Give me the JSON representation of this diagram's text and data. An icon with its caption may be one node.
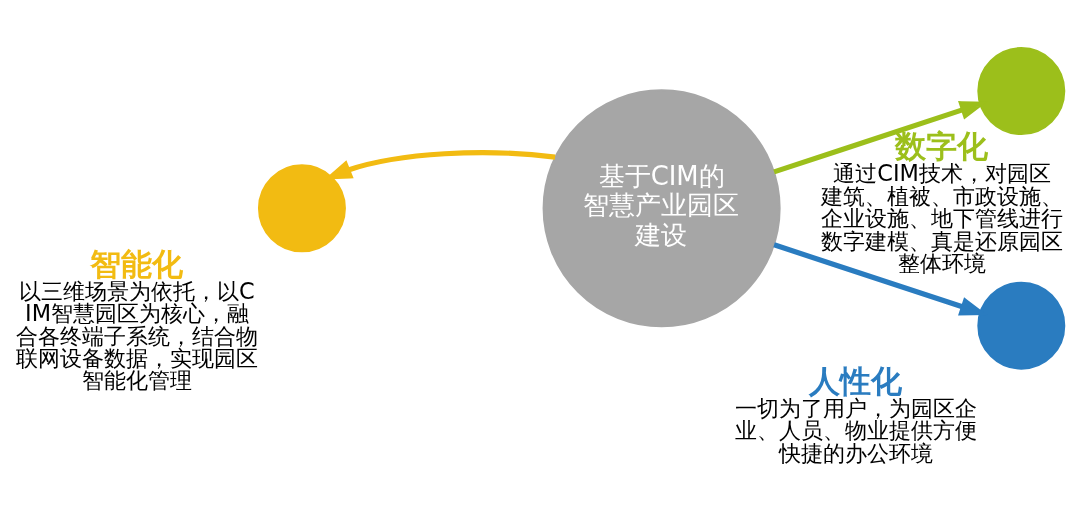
{
  "diagram": {
    "nodes": [
      {
        "text": [
          "基于CIM的智慧产业园区建设"
        ]
      },
      {
        "text": [],
        "shape": "circle",
        "beside": [
          "智能化",
          "以三维场景为依托，以CIM智慧园区为核心，融合各终端子系统，结合物联网设备数据，实现园区智能化管理"
        ]
      },
      {
        "text": [],
        "shape": "circle",
        "beside": [
          "数字化",
          "通过CIM技术，对园区建筑、植被、市政设施、企业设施、地下管线进行数字建模、真是还原园区整体环境"
        ]
      },
      {
        "text": [],
        "shape": "circle",
        "beside": [
          "人性化",
          "一切为了用户，为园区企业、人员、物业提供方便快捷的办公环境"
        ]
      }
    ],
    "edges": [
      {
        "from": 0,
        "to": 1,
        "arrow": "to",
        "color": "#f2bb12"
      },
      {
        "from": 0,
        "to": 2,
        "arrow": "to",
        "color": "#9cbf1b"
      },
      {
        "from": 0,
        "to": 3,
        "arrow": "to",
        "color": "#2a7cc0"
      }
    ]
  }
}
